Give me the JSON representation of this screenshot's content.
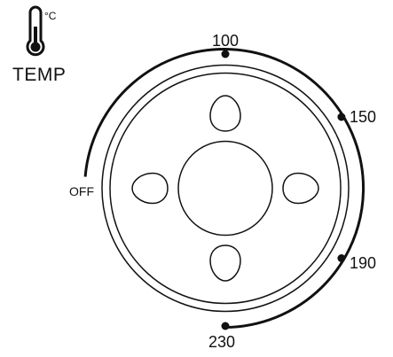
{
  "temp_label": "TEMP",
  "unit_label": "°C",
  "icon": "thermometer-icon",
  "dial": {
    "off_label": "OFF",
    "settings": [
      {
        "label": "100"
      },
      {
        "label": "150"
      },
      {
        "label": "190"
      },
      {
        "label": "230"
      }
    ]
  },
  "colors": {
    "ink": "#111111",
    "background": "#ffffff"
  }
}
